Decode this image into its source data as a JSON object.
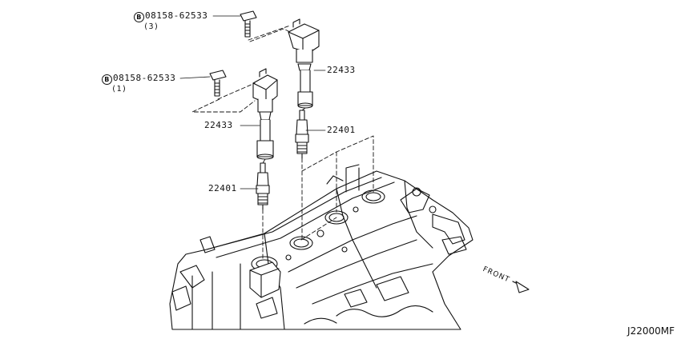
{
  "callouts": [
    {
      "marker": "B",
      "part_no": "08158-62533",
      "qty": "(3)"
    },
    {
      "marker": "B",
      "part_no": "08158-62533",
      "qty": "(1)"
    }
  ],
  "parts": {
    "ignition_coil_label": "22433",
    "spark_plug_label": "22401"
  },
  "direction_label": "FRONT",
  "diagram_code": "J22000MF"
}
